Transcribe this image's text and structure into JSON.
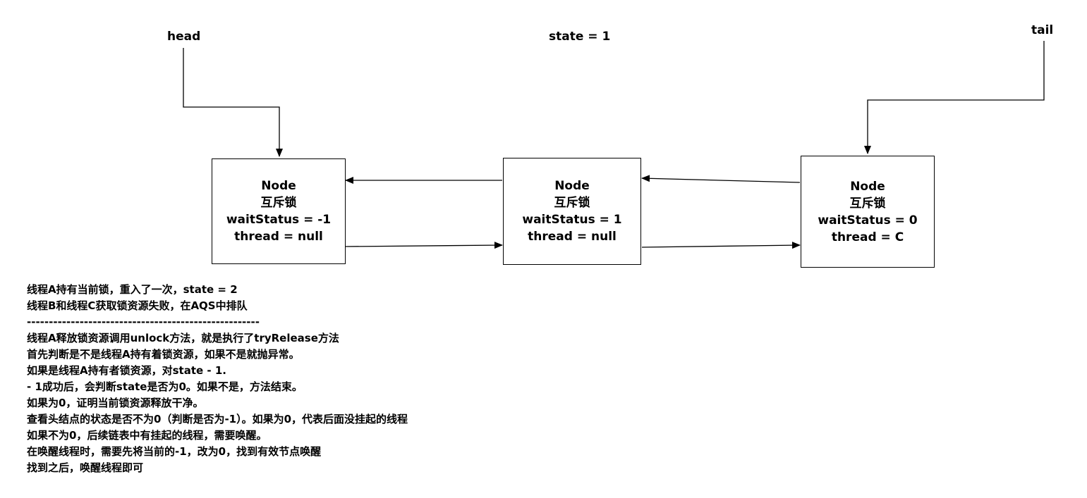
{
  "labels": {
    "head": "head",
    "state": "state = 1",
    "tail": "tail"
  },
  "nodes": [
    {
      "title": "Node",
      "lock": "互斥锁",
      "wait_status": "waitStatus = -1",
      "thread": "thread = null"
    },
    {
      "title": "Node",
      "lock": "互斥锁",
      "wait_status": "waitStatus = 1",
      "thread": "thread = null"
    },
    {
      "title": "Node",
      "lock": "互斥锁",
      "wait_status": "waitStatus = 0",
      "thread": "thread = C"
    }
  ],
  "notes": [
    "线程A持有当前锁，重入了一次，state = 2",
    "线程B和线程C获取锁资源失败，在AQS中排队",
    "-----------------------------------------------------",
    "线程A释放锁资源调用unlock方法，就是执行了tryRelease方法",
    "首先判断是不是线程A持有着锁资源，如果不是就抛异常。",
    "如果是线程A持有者锁资源，对state - 1.",
    "- 1成功后，会判断state是否为0。如果不是，方法结束。",
    "如果为0，证明当前锁资源释放干净。",
    "查看头结点的状态是否不为0（判断是否为-1）。如果为0，代表后面没挂起的线程",
    "如果不为0，后续链表中有挂起的线程，需要唤醒。",
    "在唤醒线程时，需要先将当前的-1，改为0，找到有效节点唤醒",
    "找到之后，唤醒线程即可"
  ]
}
